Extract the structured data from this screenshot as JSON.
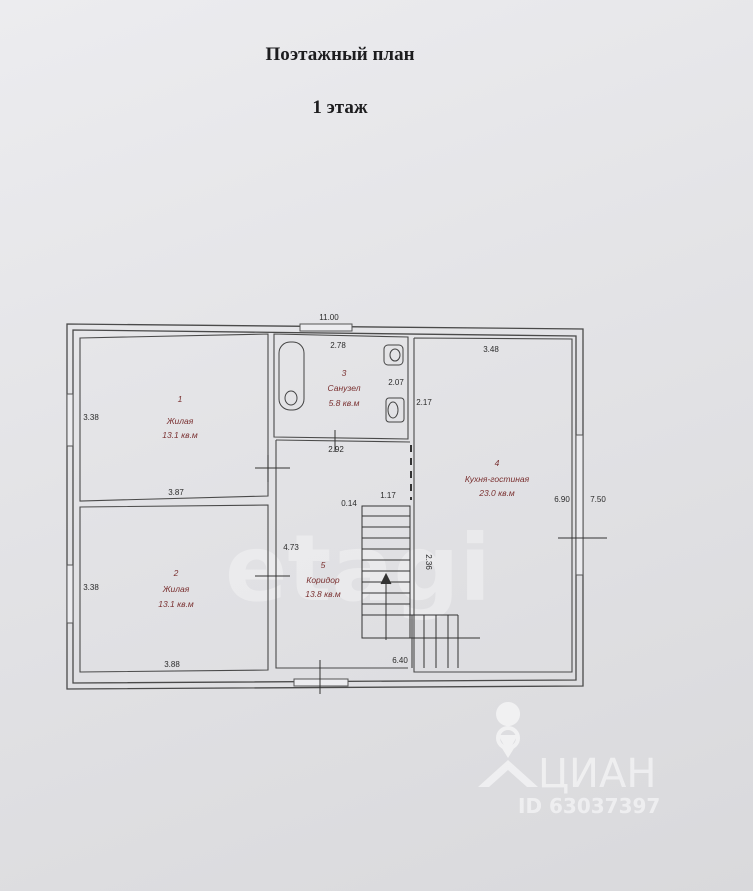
{
  "header": {
    "title": "Поэтажный план",
    "floor": "1 этаж"
  },
  "dimensions": {
    "overall_width": "11.00",
    "overall_depth": "7.50",
    "bath_width": "2.78",
    "bath_depth": "2.07",
    "bath_wall": "2.17",
    "corridor_top": "2.92",
    "kitchen_width": "3.48",
    "kitchen_depth": "6.90",
    "room1_width": "3.87",
    "room1_depth": "3.38",
    "room2_width": "3.88",
    "room2_depth": "3.38",
    "corridor_depth": "4.73",
    "stair_width": "1.17",
    "stair_offset": "0.14",
    "stair_run": "2.36",
    "bottom_right": "6.40"
  },
  "rooms": [
    {
      "number": "1",
      "name": "Жилая",
      "area": "13.1 кв.м"
    },
    {
      "number": "2",
      "name": "Жилая",
      "area": "13.1 кв.м"
    },
    {
      "number": "3",
      "name": "Санузел",
      "area": "5.8 кв.м"
    },
    {
      "number": "4",
      "name": "Кухня-гостиная",
      "area": "23.0 кв.м"
    },
    {
      "number": "5",
      "name": "Коридор",
      "area": "13.8 кв.м"
    }
  ],
  "watermarks": {
    "logo": "ЦИАН",
    "id": "ID 63037397"
  }
}
